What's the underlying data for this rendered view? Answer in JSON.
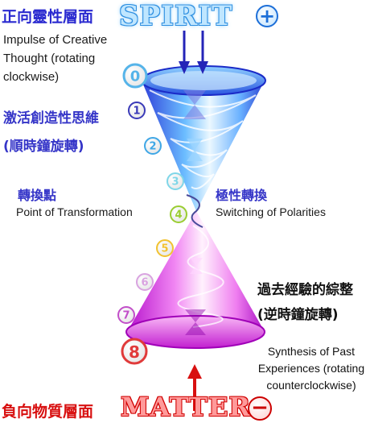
{
  "header": {
    "spiritual_plane_cn": "正向靈性層面",
    "spirit": "SPIRIT",
    "plus": "+"
  },
  "footer": {
    "material_plane_cn": "負向物質層面",
    "matter": "MATTER",
    "minus": "−"
  },
  "impulse": {
    "en": "Impulse of Creative Thought (rotating clockwise)",
    "cn_line1": "激活創造性思維",
    "cn_line2": "(順時鐘旋轉)"
  },
  "transformation": {
    "cn": "轉換點",
    "en": "Point of Transformation"
  },
  "polarities": {
    "cn": "極性轉換",
    "en": "Switching of Polarities"
  },
  "past": {
    "cn": "過去經驗的綜整(逆時鐘旋轉)",
    "en": "Synthesis of Past Experiences (rotating counterclockwise)"
  },
  "stages": [
    {
      "n": "0",
      "color": "#56b4e9"
    },
    {
      "n": "1",
      "color": "#3a3ab8"
    },
    {
      "n": "2",
      "color": "#3fa7e6"
    },
    {
      "n": "3",
      "color": "#7fd6e8"
    },
    {
      "n": "4",
      "color": "#9acd32"
    },
    {
      "n": "5",
      "color": "#f2c230"
    },
    {
      "n": "6",
      "color": "#d9a3e0"
    },
    {
      "n": "7",
      "color": "#c24fc9"
    },
    {
      "n": "8",
      "color": "#e03a3a"
    }
  ]
}
